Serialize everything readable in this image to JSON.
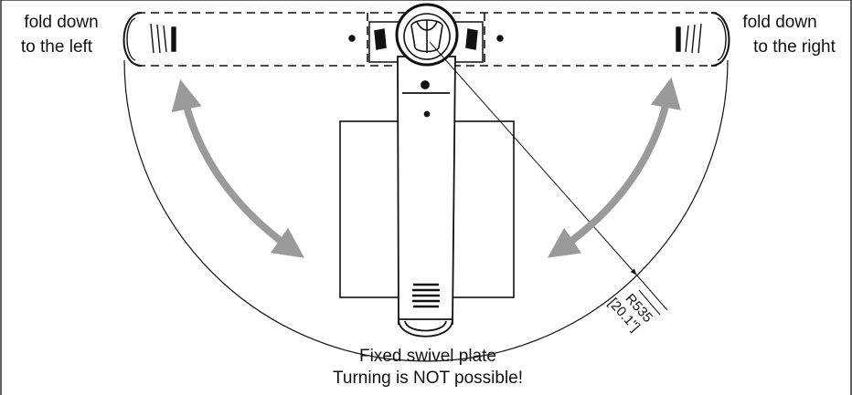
{
  "labels": {
    "fold_left_line1": "fold down",
    "fold_left_line2": "to the left",
    "fold_right_line1": "fold down",
    "fold_right_line2": "to the right",
    "caption_line1": "Fixed swivel plate",
    "caption_line2": "Turning is NOT possible!"
  },
  "dimension": {
    "radius": "R535",
    "radius_inches": "[20.1\"]"
  },
  "colors": {
    "line": "#111111",
    "arrow": "#9a9a9a",
    "background": "#ffffff"
  }
}
